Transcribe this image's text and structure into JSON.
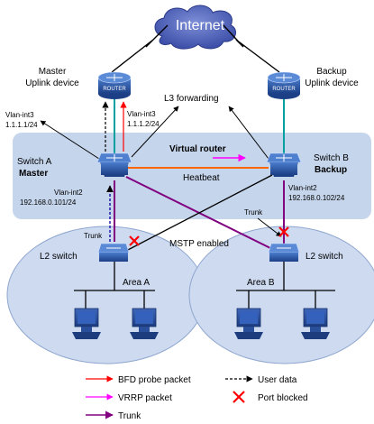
{
  "internet": {
    "label": "Internet"
  },
  "master_uplink": {
    "line1": "Master",
    "line2": "Uplink device",
    "tag": "ROUTER"
  },
  "backup_uplink": {
    "line1": "Backup",
    "line2": "Uplink device",
    "tag": "ROUTER"
  },
  "l3_forwarding": "L3 forwarding",
  "vlan_int3_a": {
    "line1": "Vlan-int3",
    "line2": "1.1.1.1/24"
  },
  "vlan_int3_b": {
    "line1": "Vlan-int3",
    "line2": "1.1.1.2/24"
  },
  "virtual_router": "Virtual router",
  "heatbeat": "Heatbeat",
  "switch_a": {
    "name": "Switch A",
    "role": "Master",
    "vlan": "Vlan-int2",
    "ip": "192.168.0.101/24"
  },
  "switch_b": {
    "name": "Switch B",
    "role": "Backup",
    "vlan": "Vlan-int2",
    "ip": "192.168.0.102/24"
  },
  "trunk_left": "Trunk",
  "trunk_right": "Trunk",
  "mstp": "MSTP enabled",
  "l2_left": "L2 switch",
  "l2_right": "L2 switch",
  "area_a": "Area A",
  "area_b": "Area B",
  "legend": {
    "bfd": "BFD probe packet",
    "vrrp": "VRRP packet",
    "trunk": "Trunk",
    "user_data": "User data",
    "port_blocked": "Port blocked"
  },
  "colors": {
    "bfd": "#ff0000",
    "vrrp": "#ff00ff",
    "trunk": "#800080",
    "heartbeat": "#ff6600",
    "uplink": "#00a0a0",
    "user_data": "#000080",
    "block": "#ff0000",
    "region_fill": "#c5d5ec",
    "area_fill": "#cddaf0",
    "device_blue": "#2a5aa8"
  }
}
